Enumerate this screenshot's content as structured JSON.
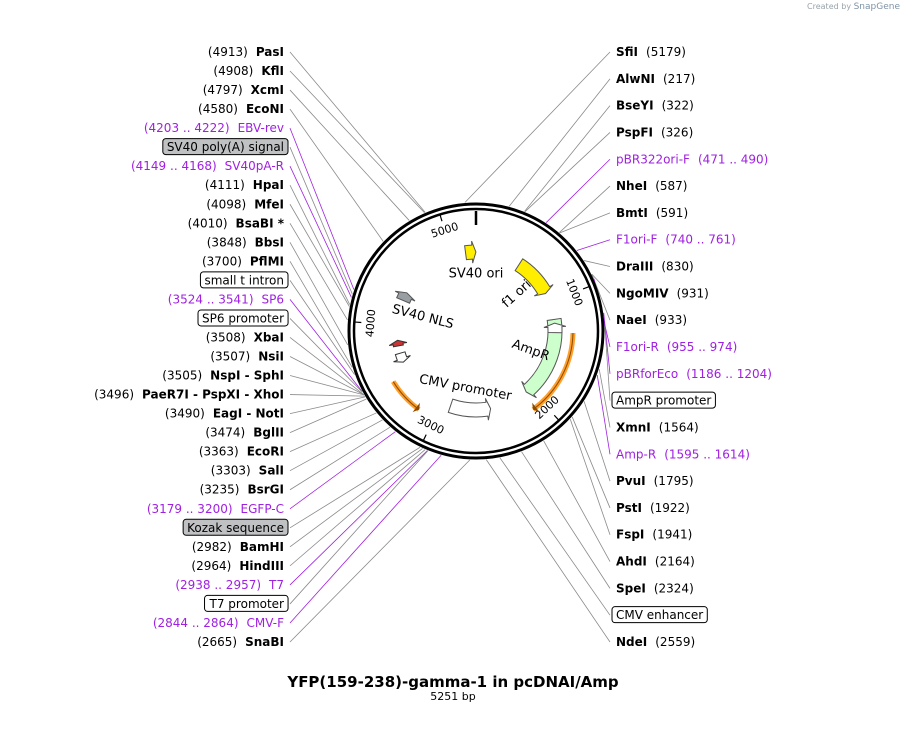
{
  "brand": {
    "prefix": "Created by",
    "name": "SnapGene"
  },
  "map": {
    "title": "YFP(159-238)-gamma-1 in pcDNAI/Amp",
    "length_label": "5251 bp",
    "total_bp": 5251,
    "ring_ticks": [
      {
        "bp": 1000,
        "label": "1000"
      },
      {
        "bp": 2000,
        "label": "2000"
      },
      {
        "bp": 3000,
        "label": "3000"
      },
      {
        "bp": 4000,
        "label": "4000"
      },
      {
        "bp": 5000,
        "label": "5000"
      }
    ],
    "inner_labels": {
      "sv40_ori": "SV40 ori",
      "f1_ori": "f1 ori",
      "ampr": "AmpR",
      "sv40_nls": "SV40 NLS",
      "cmv_promoter": "CMV promoter"
    },
    "colors": {
      "feature_yellow": "#ffee00",
      "ampr_green": "#ccffcc",
      "orange_arrow": "#ff9f2a",
      "primer_purple": "#a020e0",
      "grey_box": "#bfc1c3"
    }
  },
  "labels": [
    {
      "name": "PasI",
      "num": "(4913)",
      "bp": 4913,
      "kind": "enzyme"
    },
    {
      "name": "KflI",
      "num": "(4908)",
      "bp": 4908,
      "kind": "enzyme"
    },
    {
      "name": "XcmI",
      "num": "(4797)",
      "bp": 4797,
      "kind": "enzyme"
    },
    {
      "name": "EcoNI",
      "num": "(4580)",
      "bp": 4580,
      "kind": "enzyme"
    },
    {
      "name": "EBV-rev",
      "num": "(4203 .. 4222)",
      "bp": 4212,
      "kind": "primer"
    },
    {
      "name": "SV40 poly(A) signal",
      "num": "",
      "bp": 4180,
      "kind": "feature-grey"
    },
    {
      "name": "SV40pA-R",
      "num": "(4149 .. 4168)",
      "bp": 4158,
      "kind": "primer"
    },
    {
      "name": "HpaI",
      "num": "(4111)",
      "bp": 4111,
      "kind": "enzyme"
    },
    {
      "name": "MfeI",
      "num": "(4098)",
      "bp": 4098,
      "kind": "enzyme"
    },
    {
      "name": "BsaBI *",
      "num": "(4010)",
      "bp": 4010,
      "kind": "enzyme"
    },
    {
      "name": "BbsI",
      "num": "(3848)",
      "bp": 3848,
      "kind": "enzyme"
    },
    {
      "name": "PflMI",
      "num": "(3700)",
      "bp": 3700,
      "kind": "enzyme"
    },
    {
      "name": "small t intron",
      "num": "",
      "bp": 3650,
      "kind": "feature-white"
    },
    {
      "name": "SP6",
      "num": "(3524 .. 3541)",
      "bp": 3532,
      "kind": "primer"
    },
    {
      "name": "SP6 promoter",
      "num": "",
      "bp": 3525,
      "kind": "feature-white"
    },
    {
      "name": "XbaI",
      "num": "(3508)",
      "bp": 3508,
      "kind": "enzyme"
    },
    {
      "name": "NsiI",
      "num": "(3507)",
      "bp": 3507,
      "kind": "enzyme"
    },
    {
      "name": "NspI - SphI",
      "num": "(3505)",
      "bp": 3505,
      "kind": "enzyme"
    },
    {
      "name": "PaeR7I - PspXI - XhoI",
      "num": "(3496)",
      "bp": 3496,
      "kind": "enzyme"
    },
    {
      "name": "EagI - NotI",
      "num": "(3490)",
      "bp": 3490,
      "kind": "enzyme"
    },
    {
      "name": "BglII",
      "num": "(3474)",
      "bp": 3474,
      "kind": "enzyme"
    },
    {
      "name": "EcoRI",
      "num": "(3363)",
      "bp": 3363,
      "kind": "enzyme"
    },
    {
      "name": "SalI",
      "num": "(3303)",
      "bp": 3303,
      "kind": "enzyme"
    },
    {
      "name": "BsrGI",
      "num": "(3235)",
      "bp": 3235,
      "kind": "enzyme"
    },
    {
      "name": "EGFP-C",
      "num": "(3179 .. 3200)",
      "bp": 3190,
      "kind": "primer"
    },
    {
      "name": "Kozak sequence",
      "num": "",
      "bp": 3000,
      "kind": "feature-grey"
    },
    {
      "name": "BamHI",
      "num": "(2982)",
      "bp": 2982,
      "kind": "enzyme"
    },
    {
      "name": "HindIII",
      "num": "(2964)",
      "bp": 2964,
      "kind": "enzyme"
    },
    {
      "name": "T7 promoter",
      "num": "",
      "bp": 2945,
      "kind": "feature-white"
    },
    {
      "name": "T7",
      "num": "(2938 .. 2957)",
      "bp": 2948,
      "kind": "primer"
    },
    {
      "name": "CMV-F",
      "num": "(2844 .. 2864)",
      "bp": 2854,
      "kind": "primer"
    },
    {
      "name": "SnaBI",
      "num": "(2665)",
      "bp": 2665,
      "kind": "enzyme"
    },
    {
      "name": "NdeI",
      "num": "(2559)",
      "bp": 2559,
      "kind": "enzyme"
    },
    {
      "name": "CMV enhancer",
      "num": "",
      "bp": 2470,
      "kind": "feature-white"
    },
    {
      "name": "SpeI",
      "num": "(2324)",
      "bp": 2324,
      "kind": "enzyme"
    },
    {
      "name": "AhdI",
      "num": "(2164)",
      "bp": 2164,
      "kind": "enzyme"
    },
    {
      "name": "FspI",
      "num": "(1941)",
      "bp": 1941,
      "kind": "enzyme"
    },
    {
      "name": "PstI",
      "num": "(1922)",
      "bp": 1922,
      "kind": "enzyme"
    },
    {
      "name": "PvuI",
      "num": "(1795)",
      "bp": 1795,
      "kind": "enzyme"
    },
    {
      "name": "Amp-R",
      "num": "(1595 .. 1614)",
      "bp": 1604,
      "kind": "primer"
    },
    {
      "name": "XmnI",
      "num": "(1564)",
      "bp": 1564,
      "kind": "enzyme"
    },
    {
      "name": "AmpR promoter",
      "num": "",
      "bp": 1290,
      "kind": "feature-white"
    },
    {
      "name": "pBRforEco",
      "num": "(1186 .. 1204)",
      "bp": 1195,
      "kind": "primer"
    },
    {
      "name": "F1ori-R",
      "num": "(955 .. 974)",
      "bp": 964,
      "kind": "primer"
    },
    {
      "name": "NaeI",
      "num": "(933)",
      "bp": 933,
      "kind": "enzyme"
    },
    {
      "name": "NgoMIV",
      "num": "(931)",
      "bp": 931,
      "kind": "enzyme"
    },
    {
      "name": "DraIII",
      "num": "(830)",
      "bp": 830,
      "kind": "enzyme"
    },
    {
      "name": "F1ori-F",
      "num": "(740 .. 761)",
      "bp": 750,
      "kind": "primer"
    },
    {
      "name": "BmtI",
      "num": "(591)",
      "bp": 591,
      "kind": "enzyme"
    },
    {
      "name": "NheI",
      "num": "(587)",
      "bp": 587,
      "kind": "enzyme"
    },
    {
      "name": "pBR322ori-F",
      "num": "(471 .. 490)",
      "bp": 480,
      "kind": "primer"
    },
    {
      "name": "PspFI",
      "num": "(326)",
      "bp": 326,
      "kind": "enzyme"
    },
    {
      "name": "BseYI",
      "num": "(322)",
      "bp": 322,
      "kind": "enzyme"
    },
    {
      "name": "AlwNI",
      "num": "(217)",
      "bp": 217,
      "kind": "enzyme"
    },
    {
      "name": "SfiI",
      "num": "(5179)",
      "bp": 5179,
      "kind": "enzyme"
    }
  ]
}
